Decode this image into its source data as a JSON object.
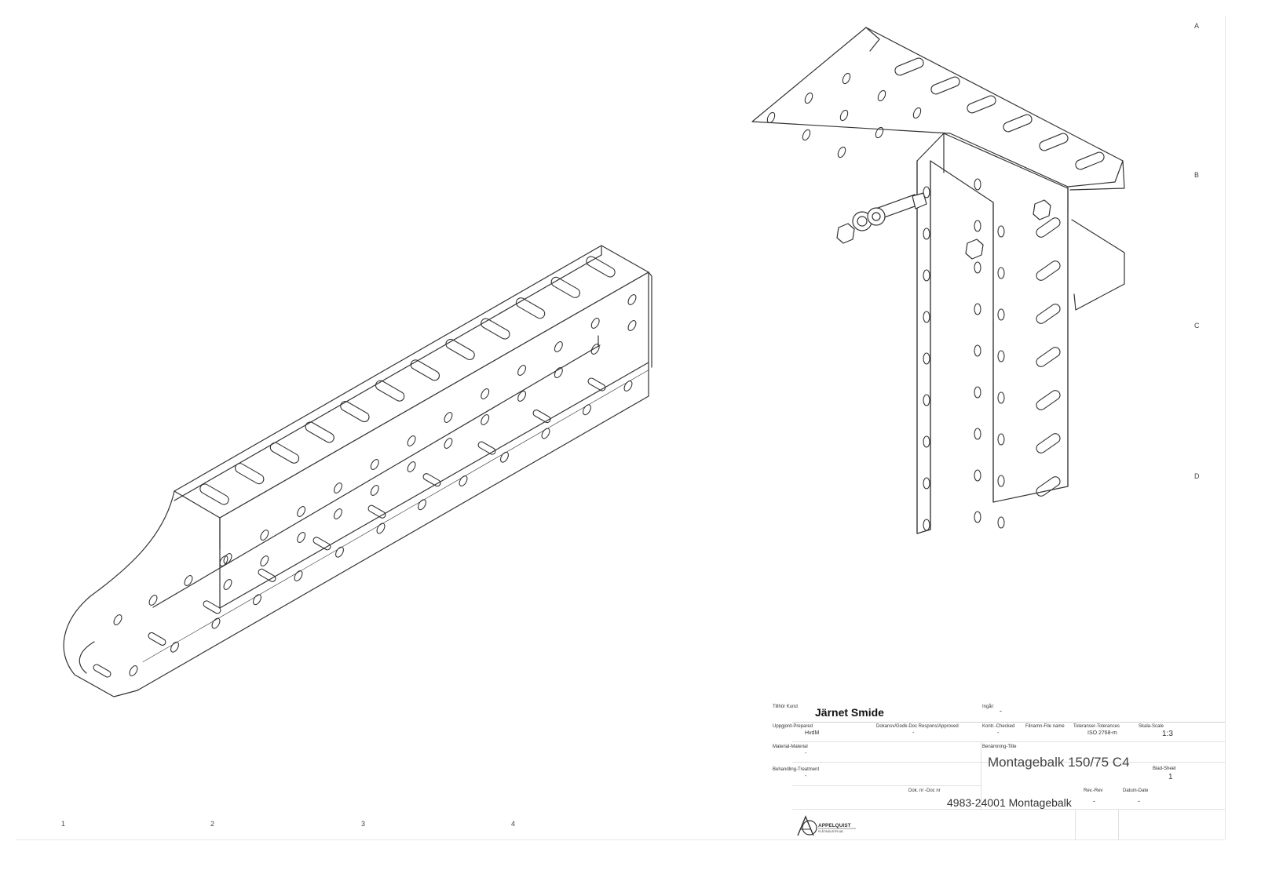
{
  "zones": {
    "rows": [
      "A",
      "B",
      "C",
      "D"
    ],
    "cols": [
      "1",
      "2",
      "3",
      "4"
    ]
  },
  "title_block": {
    "customer_label": "Tillhör Kund",
    "customer_value": "Järnet Smide",
    "ingar_label": "Ingår:",
    "ingar_value": "-",
    "prepared_label": "Uppgjord-Prepared",
    "prepared_value": "HvdM",
    "approved_label": "Dokansv/Godk-Doc Respons/Approved",
    "approved_value": "-",
    "checked_label": "Kontr.-Checked",
    "checked_value": "-",
    "filename_label": "Filnamn-File name",
    "tolerances_label": "Toleranser-Tolerances",
    "tolerances_value": "ISO 2768-m",
    "scale_label": "Skala-Scale",
    "scale_value": "1:3",
    "material_label": "Material-Material",
    "material_value": "-",
    "title_label": "Benämning-Title",
    "title_value": "Montagebalk 150/75 C4",
    "treatment_label": "Behandling-Treatment",
    "treatment_value": "-",
    "sheet_label": "Blad-Sheet",
    "sheet_value": "1",
    "docnr_label": "Dok. nr -Doc nr",
    "docnr_value": "4983-24001 Montagebalk",
    "rev_label": "Rev.-Rev",
    "rev_value": "-",
    "date_label": "Datum-Date",
    "date_value": "-",
    "logo_text_1": "APPELQUIST",
    "logo_text_2": "PLÅTINDUSTRI AB"
  },
  "colors": {
    "line": "#333333",
    "light_line": "#cfcfcf"
  }
}
